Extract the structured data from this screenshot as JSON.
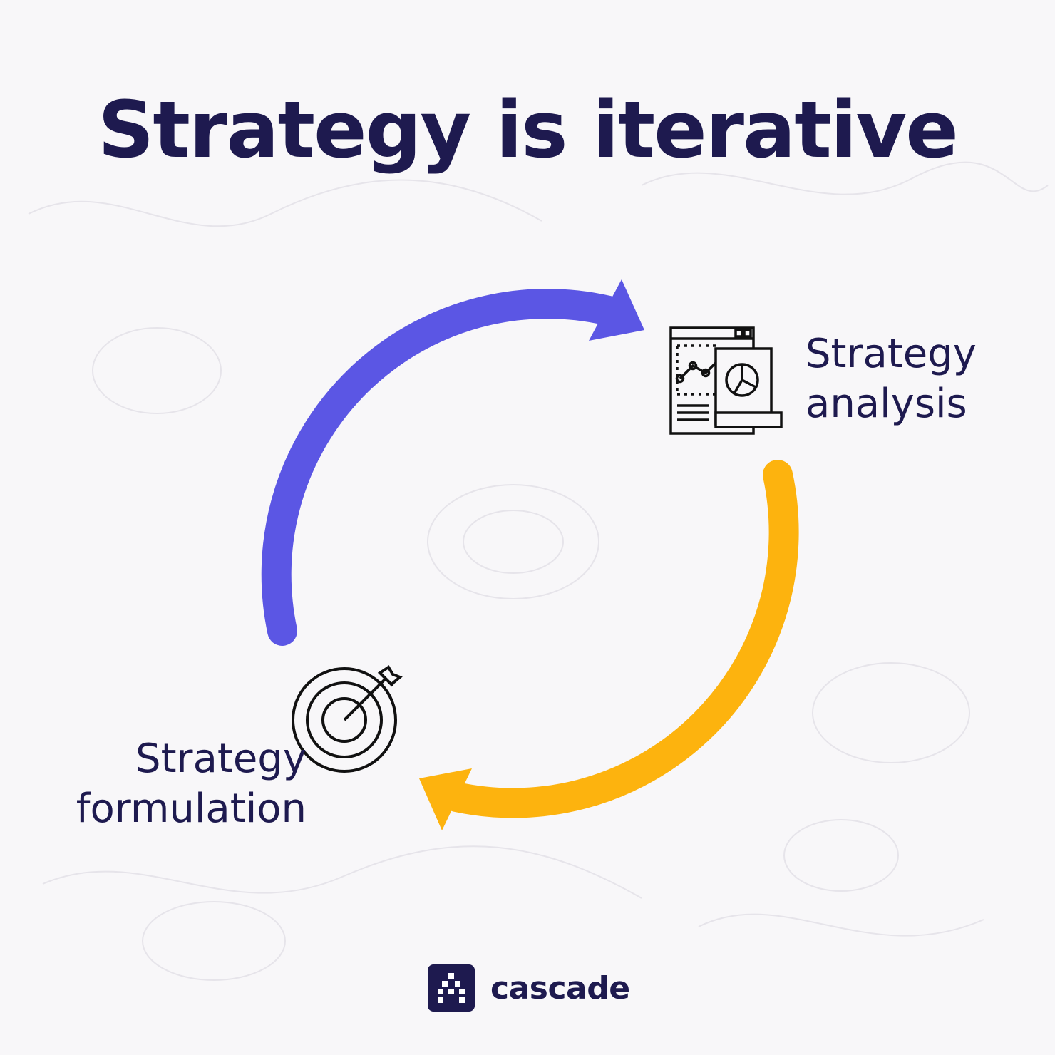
{
  "title": "Strategy is iterative",
  "stages": {
    "analysis": {
      "line1": "Strategy",
      "line2": "analysis"
    },
    "formulation": {
      "line1": "Strategy",
      "line2": "formulation"
    }
  },
  "brand": {
    "name": "cascade"
  },
  "icons": {
    "analysis": "report-chart-icon",
    "formulation": "target-icon",
    "logo": "cascade-logo-icon"
  },
  "colors": {
    "navy": "#1e1a4f",
    "purple_arrow": "#5b56e4",
    "yellow_arrow": "#fdb30e",
    "background": "#f8f7f9"
  }
}
